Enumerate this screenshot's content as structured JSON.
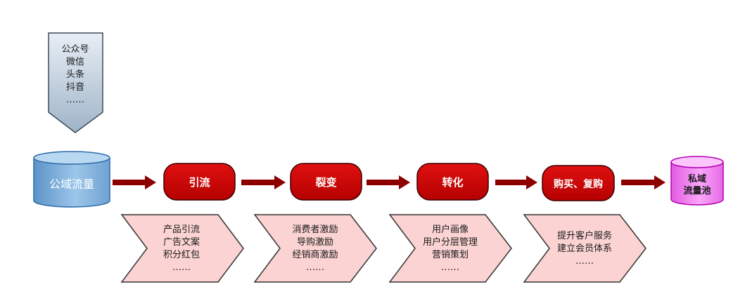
{
  "source_channels": [
    "公众号",
    "微信",
    "头条",
    "抖音",
    "……"
  ],
  "start_node": "公域流量",
  "stages": [
    {
      "label": "引流",
      "details": [
        "产品引流",
        "广告文案",
        "积分红包",
        "……"
      ]
    },
    {
      "label": "裂变",
      "details": [
        "消费者激励",
        "导购激励",
        "经销商激励",
        "……"
      ]
    },
    {
      "label": "转化",
      "details": [
        "用户画像",
        "用户分层管理",
        "营销策划",
        "……"
      ]
    },
    {
      "label": "购买、复购",
      "details": [
        "提升客户服务",
        "建立会员体系",
        "……"
      ]
    }
  ],
  "end_node": {
    "lines": [
      "私域",
      "流量池"
    ]
  },
  "colors": {
    "stage_fill": "#cc0000",
    "arrow": "#8c0000",
    "chevron_fill": "#fcd3d3",
    "source_fill": "#b9c9d9",
    "start_fill": "#7aa6cc",
    "end_fill": "#f07cf0"
  }
}
